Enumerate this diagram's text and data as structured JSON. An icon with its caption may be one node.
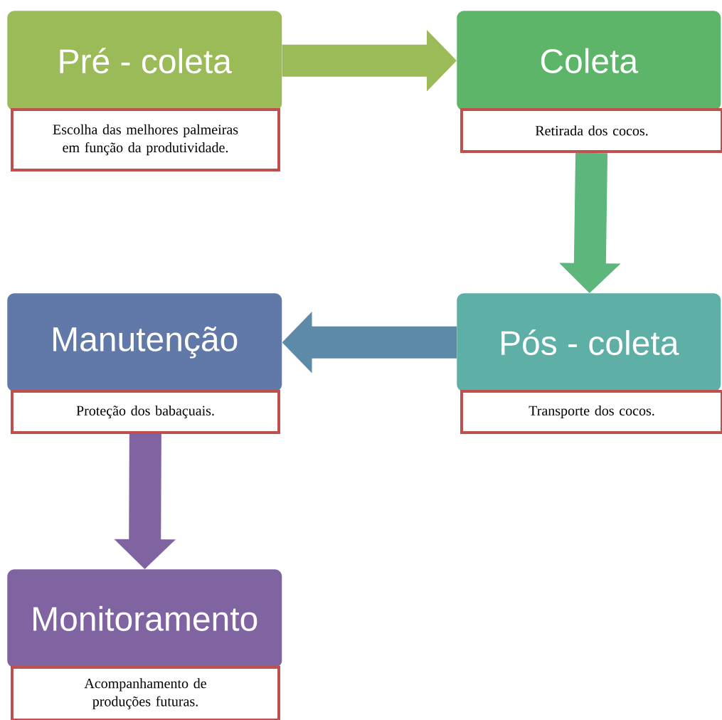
{
  "diagram": {
    "nodes": [
      {
        "text": [
          "Pré - coleta"
        ]
      },
      {
        "text": [
          "Escolha das melhores palmeiras em função da produtividade."
        ]
      },
      {
        "text": [
          "Coleta"
        ]
      },
      {
        "text": [
          "Retirada dos cocos."
        ]
      },
      {
        "text": [
          "Pós - coleta"
        ]
      },
      {
        "text": [
          "Transporte dos cocos."
        ]
      },
      {
        "text": [
          "Manutenção"
        ]
      },
      {
        "text": [
          "Proteção dos babaçuais."
        ]
      },
      {
        "text": [
          "Monitoramento"
        ]
      },
      {
        "text": [
          "Acompanhamento de produções futuras."
        ]
      }
    ],
    "edges": [
      {
        "from": 0,
        "to": 2,
        "arrow": "to",
        "color": "#9bbb59"
      },
      {
        "from": 3,
        "to": 4,
        "arrow": "to",
        "color": "#5db67c"
      },
      {
        "from": 4,
        "to": 6,
        "arrow": "to",
        "color": "#5d8aa8"
      },
      {
        "from": 7,
        "to": 8,
        "arrow": "to",
        "color": "#8064a2"
      }
    ]
  }
}
